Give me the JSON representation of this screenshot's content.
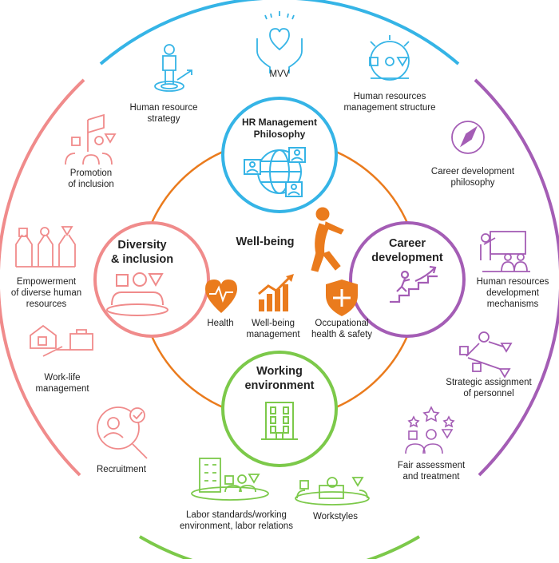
{
  "colors": {
    "blue": "#35b4e6",
    "purple": "#a45db5",
    "green": "#7cc94a",
    "pink": "#f08b8b",
    "orange": "#ea7b1d",
    "dark": "#222222"
  },
  "hubs": {
    "hr": {
      "line1": "HR Management",
      "line2": "Philosophy"
    },
    "career": {
      "line1": "Career",
      "line2": "development"
    },
    "working": {
      "line1": "Working",
      "line2": "environment"
    },
    "diversity": {
      "line1": "Diversity",
      "line2": "& inclusion"
    }
  },
  "center": {
    "title": "Well-being",
    "items": [
      {
        "line1": "Health",
        "line2": ""
      },
      {
        "line1": "Well-being",
        "line2": "management"
      },
      {
        "line1": "Occupational",
        "line2": "health & safety"
      }
    ]
  },
  "outer": {
    "blue": [
      {
        "line1": "Human resource",
        "line2": "strategy"
      },
      {
        "line1": "MVV",
        "line2": ""
      },
      {
        "line1": "Human resources",
        "line2": "management structure"
      }
    ],
    "purple": [
      {
        "line1": "Career development",
        "line2": "philosophy",
        "line3": ""
      },
      {
        "line1": "Human resources",
        "line2": "development",
        "line3": "mechanisms"
      },
      {
        "line1": "Strategic assignment",
        "line2": "of personnel",
        "line3": ""
      },
      {
        "line1": "Fair assessment",
        "line2": "and treatment",
        "line3": ""
      }
    ],
    "green": [
      {
        "line1": "Labor standards/working",
        "line2": "environment, labor relations"
      },
      {
        "line1": "Workstyles",
        "line2": ""
      }
    ],
    "pink": [
      {
        "line1": "Promotion",
        "line2": "of inclusion",
        "line3": ""
      },
      {
        "line1": "Empowerment",
        "line2": "of diverse human",
        "line3": "resources"
      },
      {
        "line1": "Work-life",
        "line2": "management",
        "line3": ""
      },
      {
        "line1": "Recruitment",
        "line2": "",
        "line3": ""
      }
    ]
  }
}
